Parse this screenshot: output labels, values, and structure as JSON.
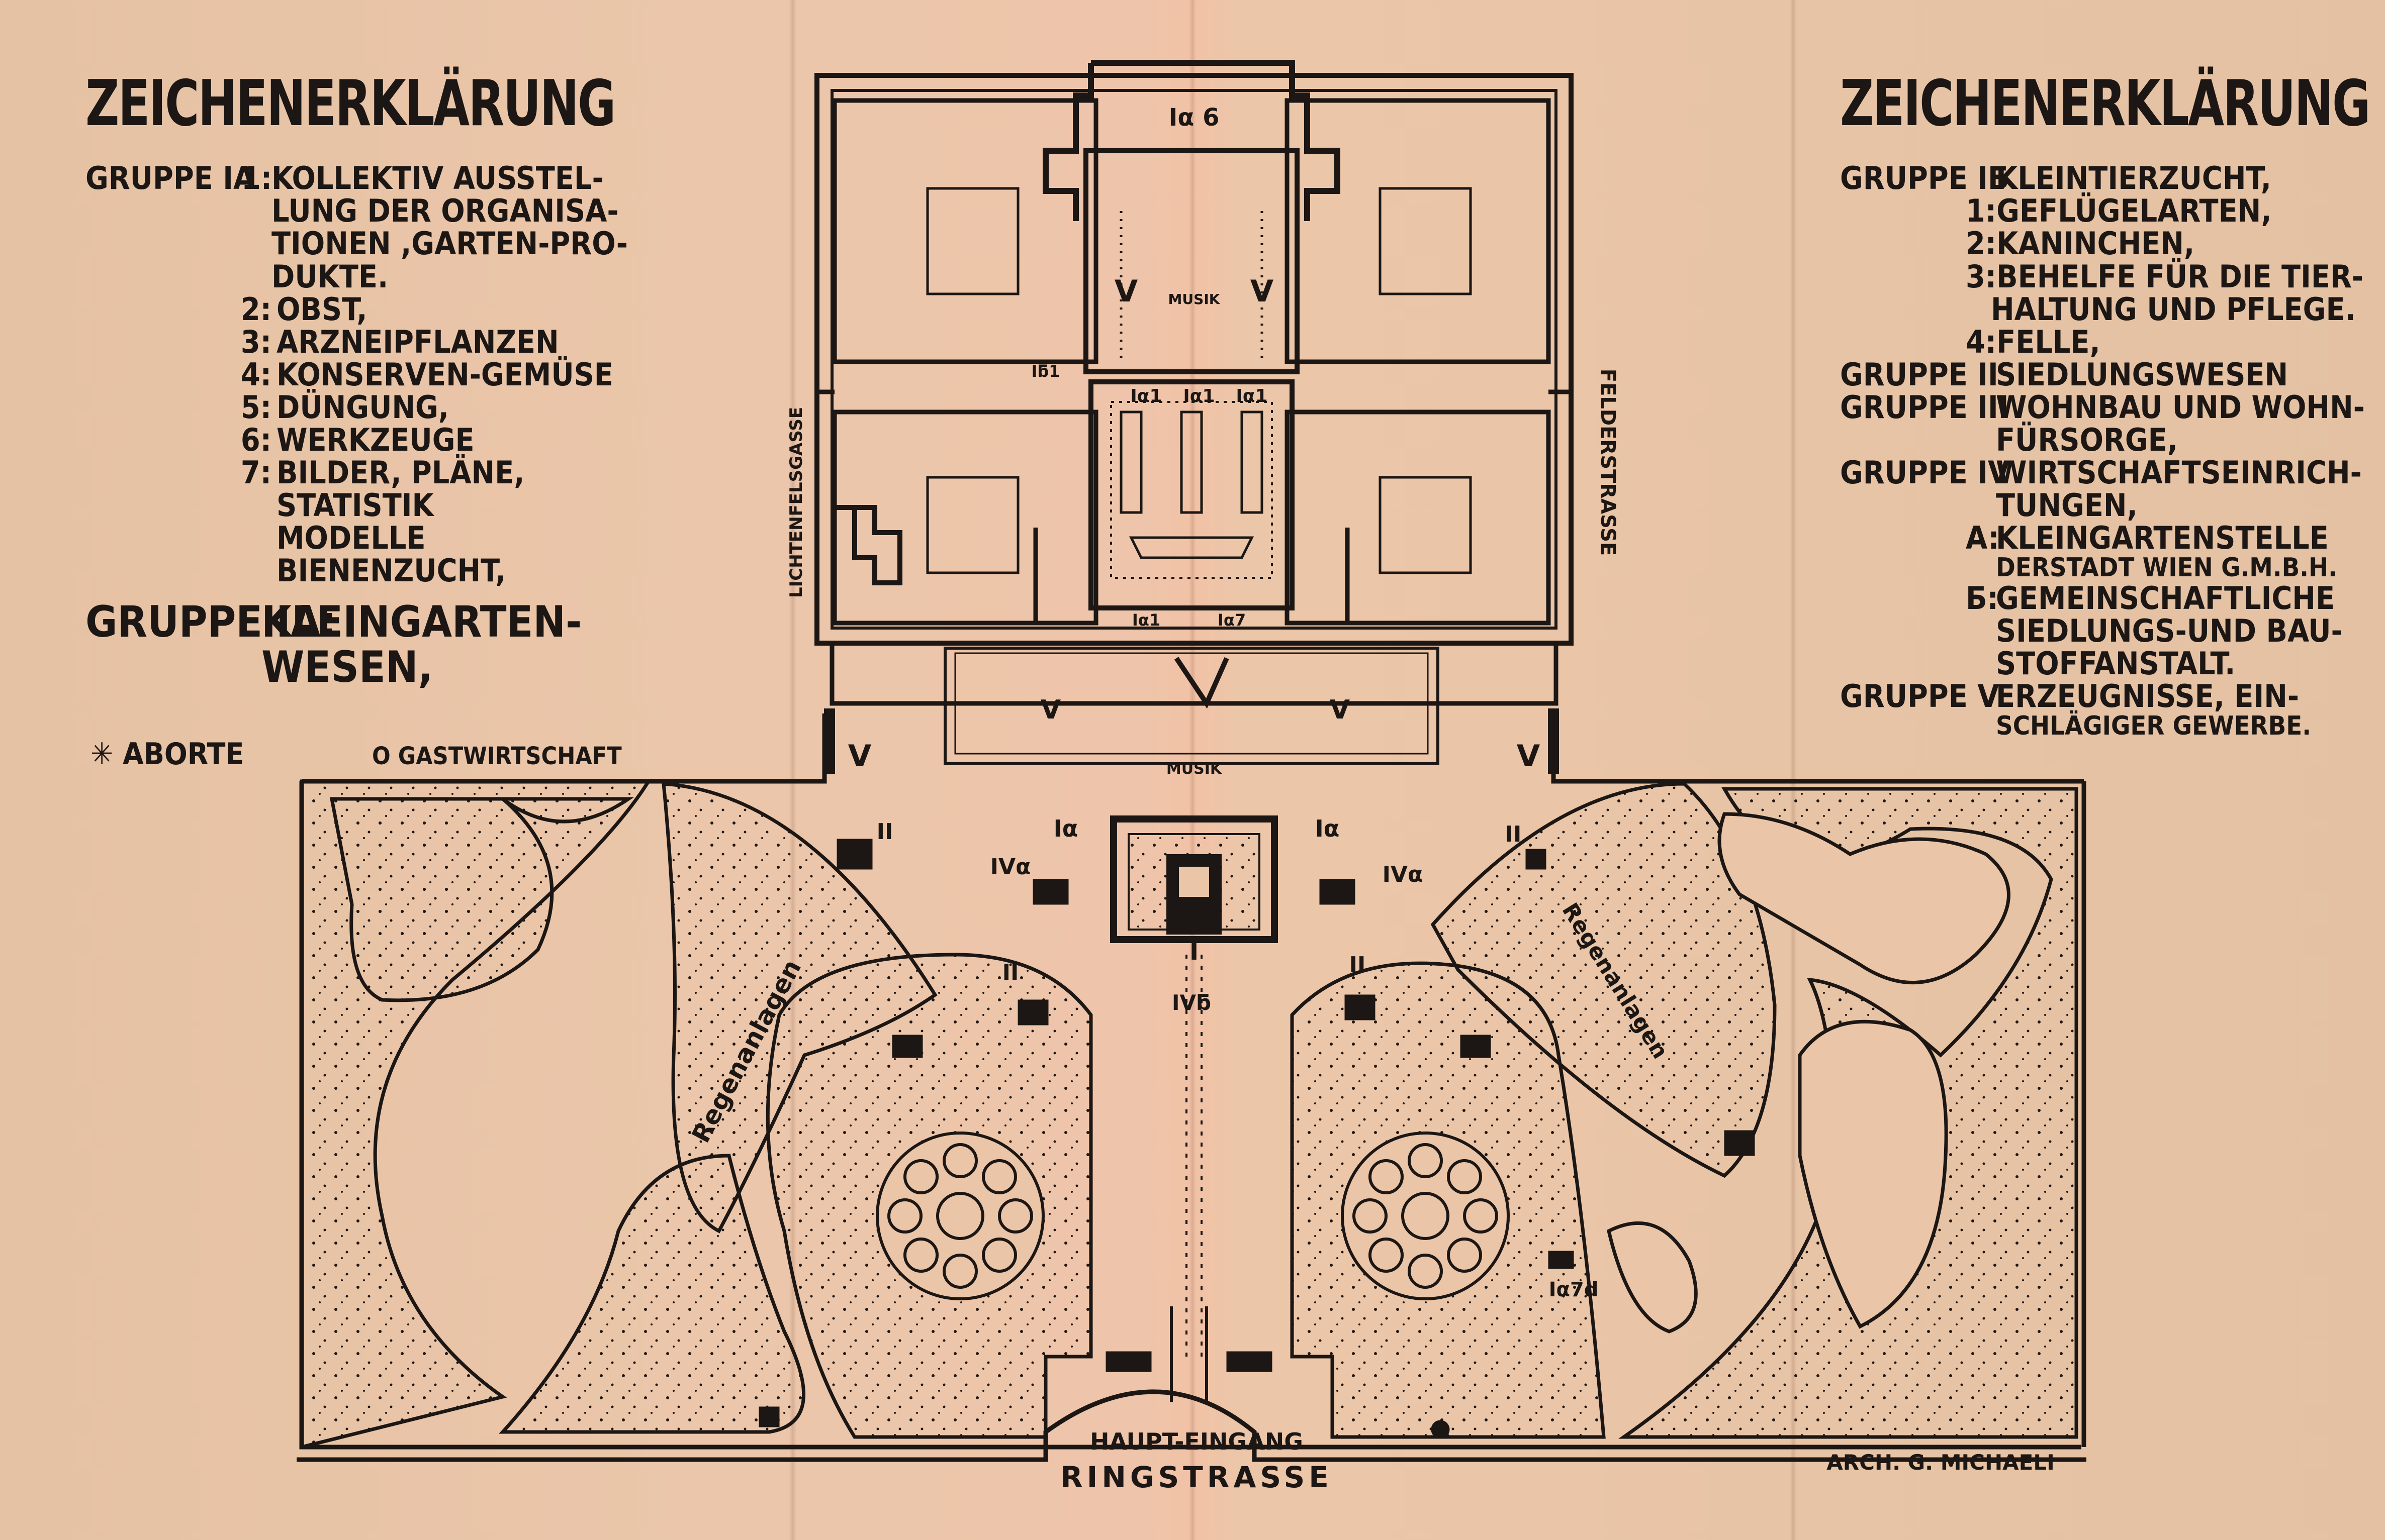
{
  "left_legend": {
    "title": "ZEICHENERKLÄRUNG",
    "group_label": "GRUPPE Iα",
    "items": [
      {
        "num": "1:",
        "lines": [
          "KOLLEKTIV AUSSTEL-",
          "LUNG DER ORGANISA-",
          "TIONEN ,GARTEN-PRO-",
          "DUKTE."
        ]
      },
      {
        "num": "2:",
        "lines": [
          "OBST,"
        ]
      },
      {
        "num": "3:",
        "lines": [
          "ARZNEIPFLANZEN"
        ]
      },
      {
        "num": "4:",
        "lines": [
          "KONSERVEN-GEMÜSE"
        ]
      },
      {
        "num": "5:",
        "lines": [
          "DÜNGUNG,"
        ]
      },
      {
        "num": "6:",
        "lines": [
          "WERKZEUGE"
        ]
      },
      {
        "num": "7:",
        "lines": [
          "BILDER, PLÄNE,",
          "STATISTIK",
          "MODELLE",
          "BIENENZUCHT,"
        ]
      }
    ],
    "group2_label": "GRUPPE Iα:",
    "group2_lines": [
      "KLEINGARTEN-",
      "WESEN,"
    ],
    "aborte": "✳ ABORTE",
    "gastwirtschaft": "O GASTWIRTSCHAFT"
  },
  "right_legend": {
    "title": "ZEICHENERKLÄRUNG",
    "group_ib_label": "GRUPPE Iƃ",
    "group_ib_title": "KLEINTIERZUCHT,",
    "group_ib_items": [
      "1:GEFLÜGELARTEN,",
      "2:KANINCHEN,",
      "3:BEHELFE FÜR DIE TIER-",
      "HALTUNG UND PFLEGE.",
      "4:FELLE,"
    ],
    "groups": [
      {
        "label": "GRUPPE II",
        "lines": [
          "SIEDLUNGSWESEN"
        ]
      },
      {
        "label": "GRUPPE III",
        "lines": [
          "WOHNBAU UND WOHN-",
          "FÜRSORGE,"
        ]
      },
      {
        "label": "GRUPPE IV",
        "lines": [
          "WIRTSCHAFTSEINRICH-",
          "TUNGEN,"
        ]
      }
    ],
    "sub_items": [
      {
        "num": "a:",
        "lines": [
          "KLEINGARTENSTELLE",
          "DERSTADT WIEN G.M.B.H."
        ]
      },
      {
        "num": "ƃ:",
        "lines": [
          "GEMEINSCHAFTLICHE",
          "SIEDLUNGS-UND BAU-",
          "STOFFANSTALT."
        ]
      }
    ],
    "group_v_label": "GRUPPE V",
    "group_v_lines": [
      "ERZEUGNISSE, EIN-",
      "SCHLÄGIGER GEWERBE."
    ]
  },
  "map": {
    "street_left": "LICHTENFELSGASSE",
    "street_right": "FELDERSTRASSE",
    "street_bottom": "RINGSTRASSE",
    "entrance": "HAUPT-EINGANG",
    "architect": "ARCH. G. MICHAELI",
    "rain_left": "Regenanlagen",
    "rain_right": "Regenanlagen",
    "musik_top": "MUSIK",
    "musik_mid": "MUSIK",
    "lbl_ia6": "Iα 6",
    "lbl_ia1_a": "Iα1",
    "lbl_ia1_b": "Iα1",
    "lbl_ia1_c": "Iα1",
    "lbl_ib1": "Iƃ1",
    "lbl_ia1_d": "Iα1",
    "lbl_ia7": "Iα7",
    "lbl_ia_left": "Iα",
    "lbl_ia_right": "Iα",
    "lbl_iva_left": "IVα",
    "lbl_iva_right": "IVα",
    "lbl_ivb": "IVƃ",
    "lbl_i": "I",
    "lbl_ia7d": "Iα7d",
    "lbl_v": "V",
    "lbl_ii": "II"
  }
}
